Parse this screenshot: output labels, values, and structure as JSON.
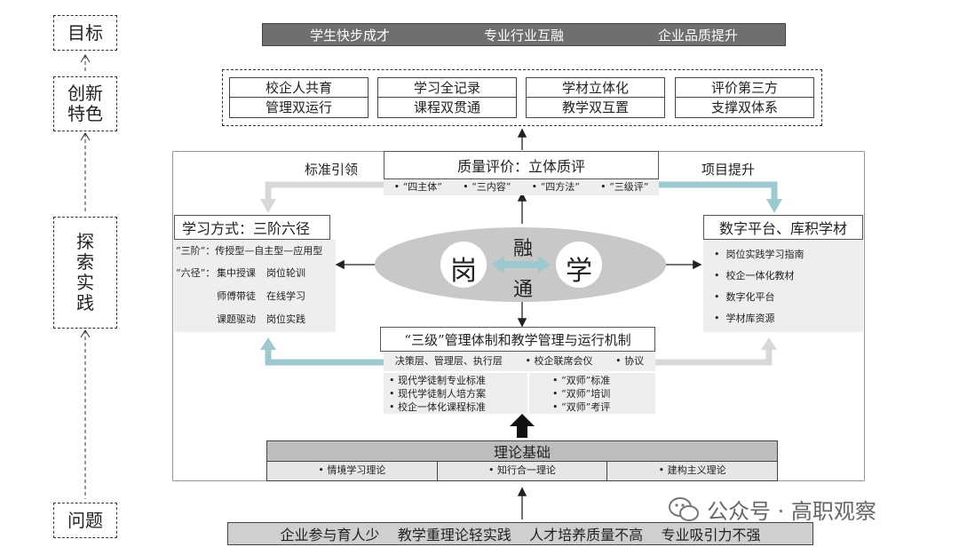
{
  "left_column": {
    "goal": "目标",
    "innovation": [
      "创新",
      "特色"
    ],
    "practice": [
      "探",
      "索",
      "实",
      "践"
    ],
    "problem": "问题"
  },
  "goals_bar": [
    "学生快步成才",
    "专业行业互融",
    "企业品质提升"
  ],
  "features": [
    {
      "top": "校企人共育",
      "bottom": "管理双运行"
    },
    {
      "top": "学习全记录",
      "bottom": "课程双贯通"
    },
    {
      "top": "学材立体化",
      "bottom": "教学双互置"
    },
    {
      "top": "评价第三方",
      "bottom": "支撑双体系"
    }
  ],
  "quality": {
    "title": "质量评价：立体质评",
    "items": [
      "“四主体”",
      "“三内容”",
      "“四方法”",
      "“三级评”"
    ]
  },
  "label_left_arrow": "标准引领",
  "label_right_arrow": "项目提升",
  "learning": {
    "title": "学习方式：三阶六径",
    "line1": "“三阶”：传授型—自主型—应用型",
    "six_label": "“六径”：",
    "six_rows": [
      [
        "集中授课",
        "岗位轮训"
      ],
      [
        "师傅带徒",
        "在线学习"
      ],
      [
        "课题驱动",
        "岗位实践"
      ]
    ]
  },
  "platform": {
    "title": "数字平台、库积学材",
    "items": [
      "岗位实践学习指南",
      "校企一体化教材",
      "数字化平台",
      "学材库资源"
    ]
  },
  "center": {
    "left": "岗",
    "right": "学",
    "top": "融",
    "bottom": "通"
  },
  "management": {
    "title": "“三级”管理体制和教学管理与运行机制",
    "row": [
      "决策层、管理层、执行层",
      "• 校企联席会仪",
      "• 协议"
    ],
    "left_items": [
      "• 现代学徒制专业标准",
      "• 现代学徒制人培方案",
      "• 校企一体化课程标准"
    ],
    "right_items": [
      "“双师”标准",
      "“双师”培训",
      "“双师”考评"
    ]
  },
  "theory": {
    "title": "理论基础",
    "items": [
      "•    情境学习理论",
      "•    知行合一理论",
      "•    建构主义理论"
    ]
  },
  "problems": "企业参与育人少    教学重理论轻实践    人才培养质量不高    专业吸引力不强",
  "watermark": "公众号 · 高职观察"
}
